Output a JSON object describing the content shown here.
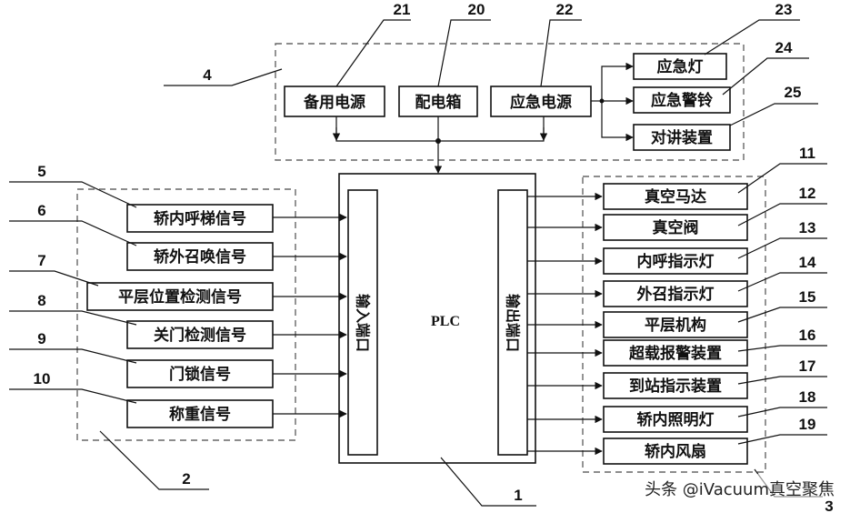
{
  "power": {
    "backup": "备用电源",
    "distribution": "配电箱",
    "emergency": "应急电源"
  },
  "emergency_outputs": [
    "应急灯",
    "应急警铃",
    "对讲装置"
  ],
  "inputs": [
    "轿内呼梯信号",
    "轿外召唤信号",
    "平层位置检测信号",
    "关门检测信号",
    "门锁信号",
    "称重信号"
  ],
  "outputs": [
    "真空马达",
    "真空阀",
    "内呼指示灯",
    "外召指示灯",
    "平层机构",
    "超载报警装置",
    "到站指示装置",
    "轿内照明灯",
    "轿内风扇"
  ],
  "plc": {
    "label": "PLC",
    "input_port": "输入端口",
    "output_port": "输出端口"
  },
  "numbers": {
    "n1": "1",
    "n2": "2",
    "n3": "3",
    "n4": "4",
    "n5": "5",
    "n6": "6",
    "n7": "7",
    "n8": "8",
    "n9": "9",
    "n10": "10",
    "n11": "11",
    "n12": "12",
    "n13": "13",
    "n14": "14",
    "n15": "15",
    "n16": "16",
    "n17": "17",
    "n18": "18",
    "n19": "19",
    "n20": "20",
    "n21": "21",
    "n22": "22",
    "n23": "23",
    "n24": "24",
    "n25": "25"
  },
  "watermark": "头条 @iVacuum真空聚焦"
}
